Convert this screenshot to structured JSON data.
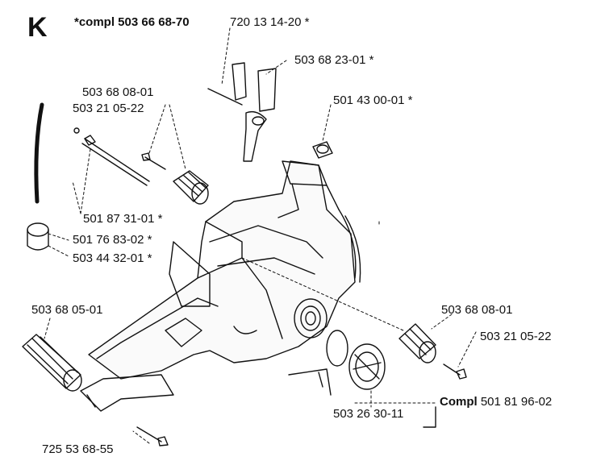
{
  "section_letter": "K",
  "assembly_title": "*compl 503 66 68-70",
  "parts": {
    "p720131420": "720 13 14-20 *",
    "p503682301": "503 68 23-01 *",
    "p503680801_top": "503 68 08-01",
    "p503210522_top": "503 21 05-22",
    "p501430001": "501 43 00-01 *",
    "p501873101": "501 87 31-01 *",
    "p501768302": "501 76 83-02 *",
    "p503443201": "503 44 32-01 *",
    "p503680501": "503 68 05-01",
    "p503680801_right": "503 68 08-01",
    "p503210522_right": "503 21 05-22",
    "p503263011": "503 26 30-11",
    "p725536855": "725 53 68-55"
  },
  "compl_prefix": "Compl",
  "compl_number": "501 81 96-02"
}
